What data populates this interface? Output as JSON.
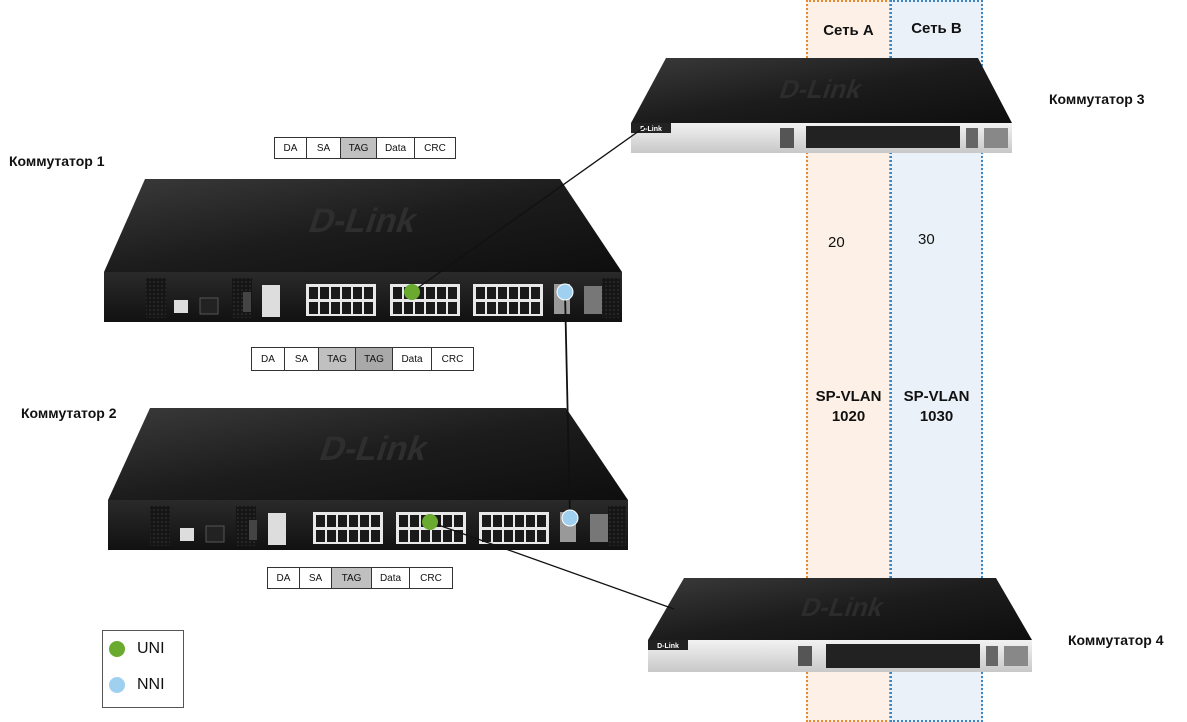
{
  "networks": {
    "a": {
      "title": "Сеть A",
      "vlan": "20",
      "sp_vlan_line1": "SP-VLAN",
      "sp_vlan_line2": "1020"
    },
    "b": {
      "title": "Сеть B",
      "vlan": "30",
      "sp_vlan_line1": "SP-VLAN",
      "sp_vlan_line2": "1030"
    }
  },
  "switches": {
    "sw1": "Коммутатор 1",
    "sw2": "Коммутатор 2",
    "sw3": "Коммутатор 3",
    "sw4": "Коммутатор 4"
  },
  "frames": {
    "frame1": [
      "DA",
      "SA",
      "TAG",
      "Data",
      "CRC"
    ],
    "frame2": [
      "DA",
      "SA",
      "TAG",
      "TAG",
      "Data",
      "CRC"
    ],
    "frame3": [
      "DA",
      "SA",
      "TAG",
      "Data",
      "CRC"
    ]
  },
  "legend": {
    "uni": {
      "label": "UNI",
      "color": "#6aaa2e"
    },
    "nni": {
      "label": "NNI",
      "color": "#9fd0f0"
    }
  },
  "device": {
    "brand": "D-Link"
  }
}
